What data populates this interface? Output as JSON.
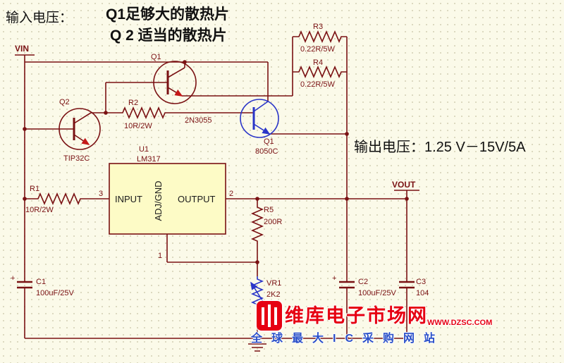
{
  "texts": {
    "input_label": "输入电压：",
    "note1": "Q1足够大的散热片",
    "note2": "Q 2 适当的散热片",
    "output_label": "输出电压：1.25 V－15V/5A"
  },
  "ports": {
    "vin": "VIN",
    "vout": "VOUT"
  },
  "ic": {
    "ref": "U1",
    "part": "LM317",
    "pin_input": "INPUT",
    "pin_adjgnd": "ADJ/GND",
    "pin_output": "OUTPUT",
    "num_in": "3",
    "num_out": "2",
    "num_adj": "1"
  },
  "transistors": {
    "q1": {
      "ref": "Q1",
      "part": "2N3055"
    },
    "q2": {
      "ref": "Q2",
      "part": "TIP32C"
    },
    "q3": {
      "ref": "Q1",
      "part": "8050C"
    }
  },
  "resistors": {
    "r1": {
      "ref": "R1",
      "value": "10R/2W"
    },
    "r2": {
      "ref": "R2",
      "value": "10R/2W"
    },
    "r3": {
      "ref": "R3",
      "value": "0.22R/5W"
    },
    "r4": {
      "ref": "R4",
      "value": "0.22R/5W"
    },
    "r5": {
      "ref": "R5",
      "value": "200R"
    },
    "vr1": {
      "ref": "VR1",
      "value": "2K2"
    }
  },
  "capacitors": {
    "c1": {
      "ref": "C1",
      "value": "100uF/25V",
      "polarity": "+"
    },
    "c2": {
      "ref": "C2",
      "value": "100uF/25V",
      "polarity": "+"
    },
    "c3": {
      "ref": "C3",
      "value": "104"
    }
  },
  "colors": {
    "wire": "#7a1113",
    "blue_part": "#2a35c8",
    "ic_fill": "#fdfbc6",
    "brand_red": "#e60012",
    "tagline_blue": "#2b50c8"
  },
  "watermark": {
    "brand": "维库电子市场网",
    "url": "WWW.DZSC.COM",
    "tagline": "全球最大IC采购网站"
  }
}
